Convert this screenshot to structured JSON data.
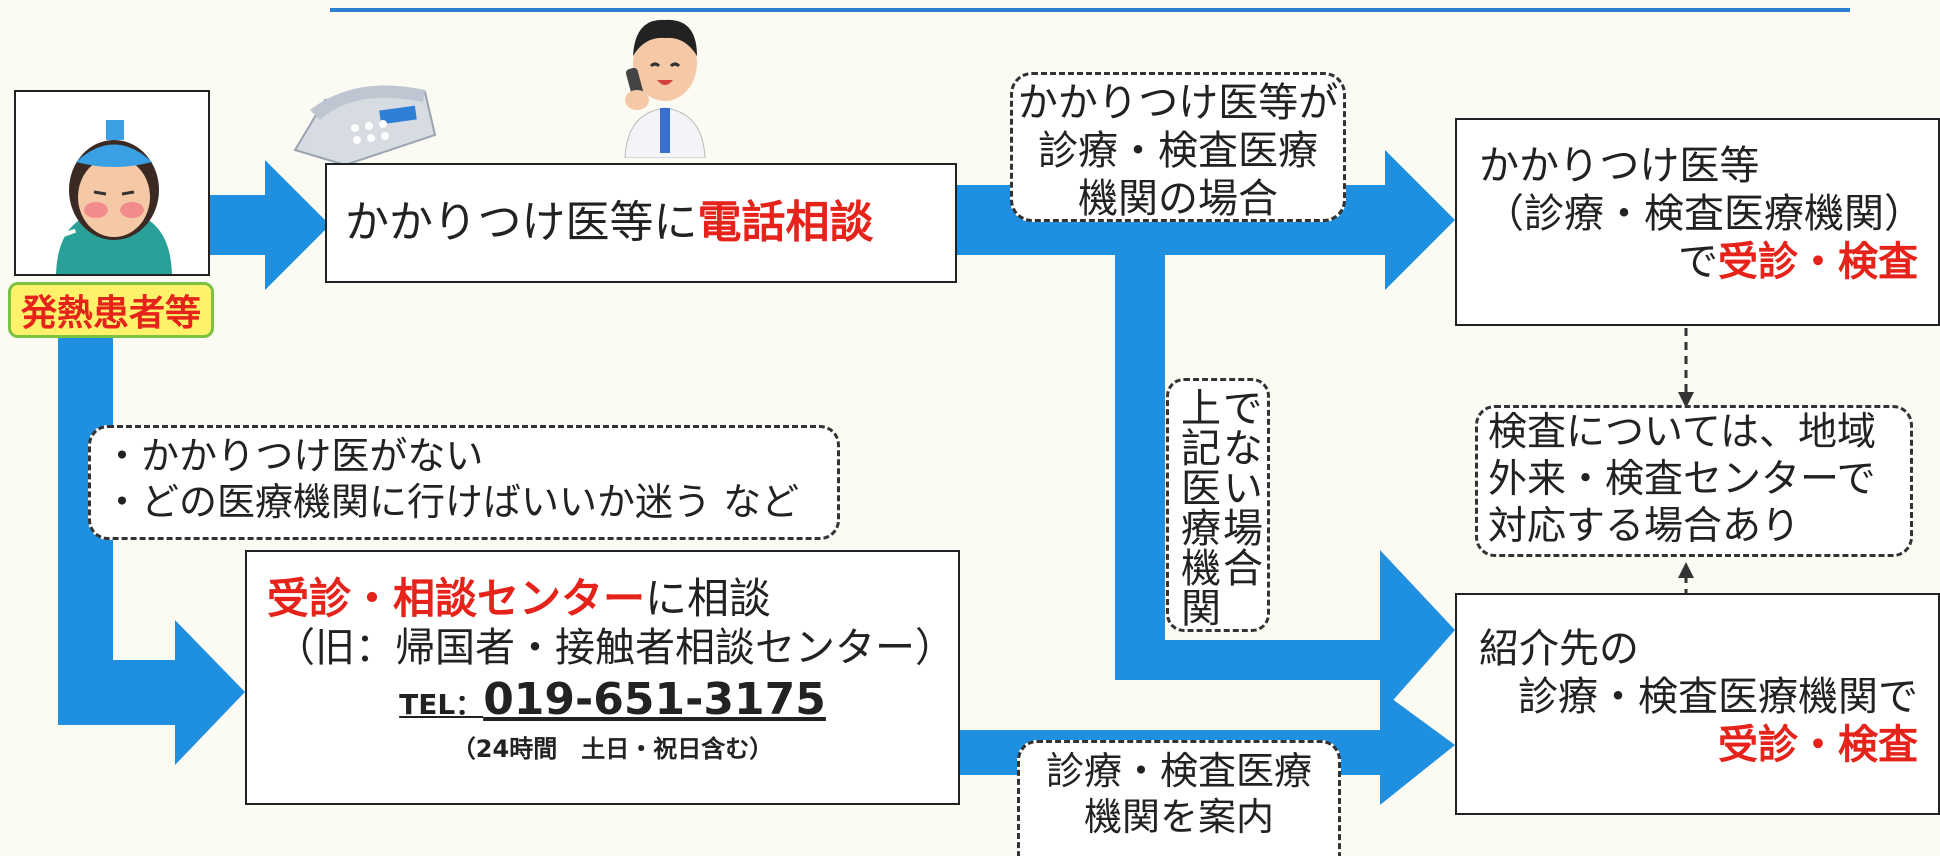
{
  "patient": {
    "label": "発熱患者等"
  },
  "phone_box": {
    "text": "かかりつけ医等に",
    "highlight": "電話相談"
  },
  "branch_top": {
    "lines": [
      "かかりつけ医等が",
      "診療・検査医療",
      "機関の場合"
    ]
  },
  "branch_vertical": {
    "lines": [
      "上記医療機関",
      "でない場合"
    ]
  },
  "result_top": {
    "line1": "かかりつけ医等",
    "line2": "（診療・検査医療機関）",
    "line3_prefix": "で",
    "line3_highlight": "受診・検査"
  },
  "note_mid": {
    "lines": [
      "検査については、地域",
      "外来・検査センターで",
      "対応する場合あり"
    ]
  },
  "result_bottom": {
    "line1": "紹介先の",
    "line2": "診療・検査医療機関で",
    "line3_highlight": "受診・検査"
  },
  "no_doctor_note": {
    "lines": [
      "・かかりつけ医がない",
      "・どの医療機関に行けばいいか迷う など"
    ]
  },
  "center_box": {
    "highlight": "受診・相談センター",
    "suffix": "に相談",
    "old_name": "（旧：帰国者・接触者相談センター）",
    "tel_label": "TEL：",
    "tel_number": "019-651-3175",
    "hours": "（24時間　土日・祝日含む）"
  },
  "branch_bottom": {
    "lines": [
      "診療・検査医療",
      "機関を案内"
    ]
  },
  "colors": {
    "arrow": "#1f8fe0",
    "accent_red": "#e5231b",
    "badge_bg": "#fff26b",
    "badge_border": "#7cc242"
  }
}
